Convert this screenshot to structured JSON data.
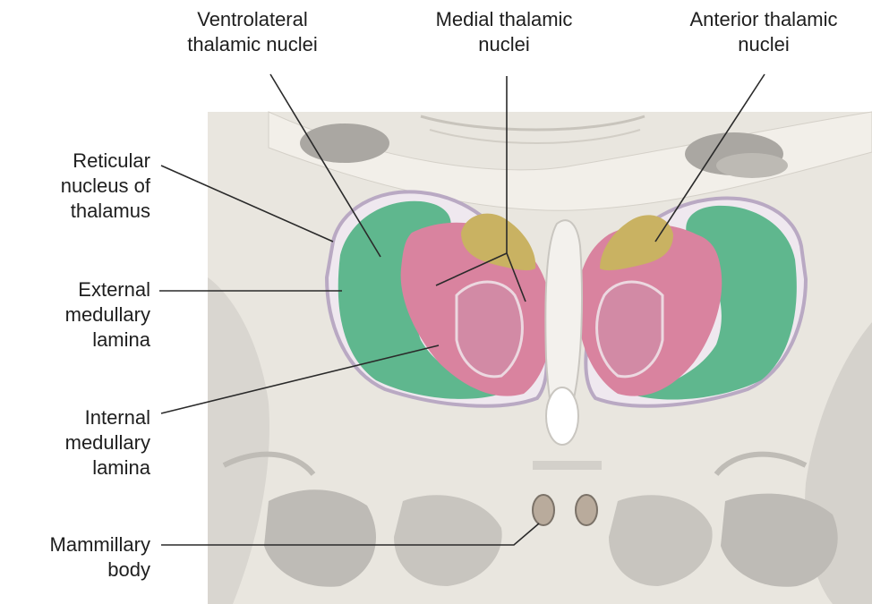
{
  "labels": {
    "ventrolateral": {
      "line1": "Ventrolateral",
      "line2": "thalamic nuclei"
    },
    "medial": {
      "line1": "Medial thalamic",
      "line2": "nuclei"
    },
    "anterior": {
      "line1": "Anterior thalamic",
      "line2": "nuclei"
    },
    "reticular": {
      "line1": "Reticular",
      "line2": "nucleus of",
      "line3": "thalamus"
    },
    "external_lamina": {
      "line1": "External",
      "line2": "medullary",
      "line3": "lamina"
    },
    "internal_lamina": {
      "line1": "Internal",
      "line2": "medullary",
      "line3": "lamina"
    },
    "mammillary": {
      "line1": "Mammillary",
      "line2": "body"
    }
  },
  "colors": {
    "background_tissue": "#e9e6df",
    "white_matter": "#f1eee8",
    "gray_tissue": "#a9a6a1",
    "ventrolateral_green": "#5fb78e",
    "medial_pink": "#d9839f",
    "anterior_yellow": "#c9b262",
    "leader_line": "#2a2a2a"
  }
}
